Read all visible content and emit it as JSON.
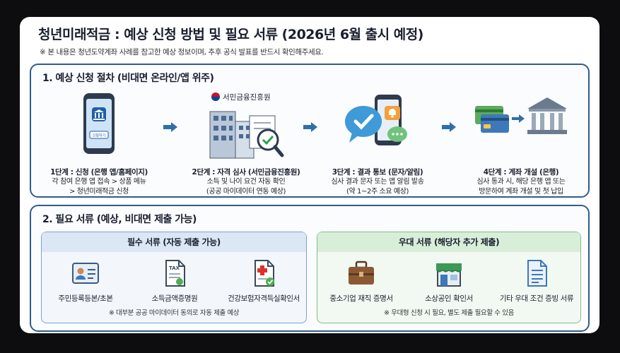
{
  "title": "청년미래적금 : 예상 신청 방법 및 필요 서류 (2026년 6월 출시 예정)",
  "subtitle": "※ 본 내용은 청년도약계좌 사례를 참고한 예상 정보이며, 추후 공식 발표를 반드시 확인해주세요.",
  "section1": {
    "title": "1. 예상 신청 절차 (비대면 온라인/앱 위주)",
    "agency_label": "서민금융진흥원",
    "phone_button_label": "신청하기",
    "steps": [
      {
        "title": "1단계 : 신청 (은행 앱/홈페이지)",
        "desc1": "각 참여 은행 앱 접속 > 상품 메뉴",
        "desc2": "> 청년미래적금 신청"
      },
      {
        "title": "2단계 : 자격 심사 (서민금융진흥원)",
        "desc1": "소득 및 나이 요건 자동 확인",
        "desc2": "(공공 마이데이터 연동 예상)"
      },
      {
        "title": "3단계 : 결과 통보 (문자/알림)",
        "desc1": "심사 결과 문자 또는 앱 알림 발송",
        "desc2": "(약 1~2주 소요 예상)"
      },
      {
        "title": "4단계 : 계좌 개설 (은행)",
        "desc1": "심사 통과 시, 해당 은행 앱 또는",
        "desc2": "방문하여 계좌 개설 및 첫 납입"
      }
    ]
  },
  "section2": {
    "title": "2. 필요 서류 (예상, 비대면 제출 가능)",
    "required": {
      "title": "필수 서류 (자동 제출 가능)",
      "items": [
        "주민등록등본/초본",
        "소득금액증명원",
        "건강보험자격득실확인서"
      ],
      "note": "※ 대부분 공공 마이데이터 동의로 자동 제출 예상"
    },
    "preferential": {
      "title": "우대 서류 (해당자 추가 제출)",
      "items": [
        "중소기업 재직 증명서",
        "소상공인 확인서",
        "기타 우대 조건 증빙 서류"
      ],
      "note": "※ 우대형 신청 시 필요, 별도 제출 필요할 수 있음"
    }
  },
  "colors": {
    "section_border": "#2f5d8a",
    "arrow": "#2f6fa8",
    "required_bg": "#dbe7f5",
    "preferential_bg": "#d9eed9"
  },
  "icons": [
    "bank-app-phone-icon",
    "agency-building-magnifier-icon",
    "notification-phone-chat-icon",
    "cards-to-bank-icon",
    "id-card-icon",
    "tax-document-icon",
    "health-certificate-icon",
    "briefcase-icon",
    "shop-icon",
    "document-icon"
  ]
}
